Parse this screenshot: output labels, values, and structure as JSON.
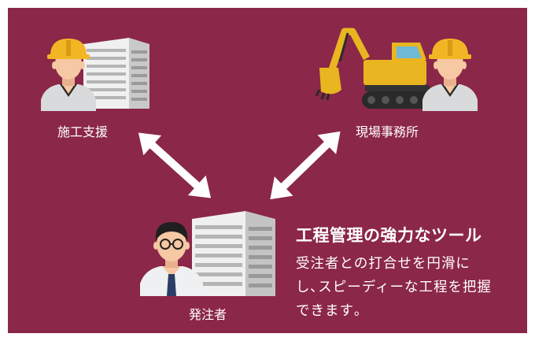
{
  "colors": {
    "background": "#8b2748",
    "helmet": "#f2b624",
    "excavator": "#e9b520",
    "shirt": "#d9dadb",
    "skin": "#f6c8a3",
    "text": "#ffffff"
  },
  "labels": {
    "support": "施工支援",
    "site_office": "現場事務所",
    "client": "発注者"
  },
  "feature": {
    "headline": "工程管理の強力なツール",
    "desc_lines": [
      "受注者との打合せを円滑に",
      "し､スピーディーな工程を把握",
      "できます｡"
    ]
  },
  "icons": [
    "worker-helmet-icon",
    "office-building-icon",
    "excavator-icon",
    "businessman-icon",
    "double-arrow-icon"
  ]
}
